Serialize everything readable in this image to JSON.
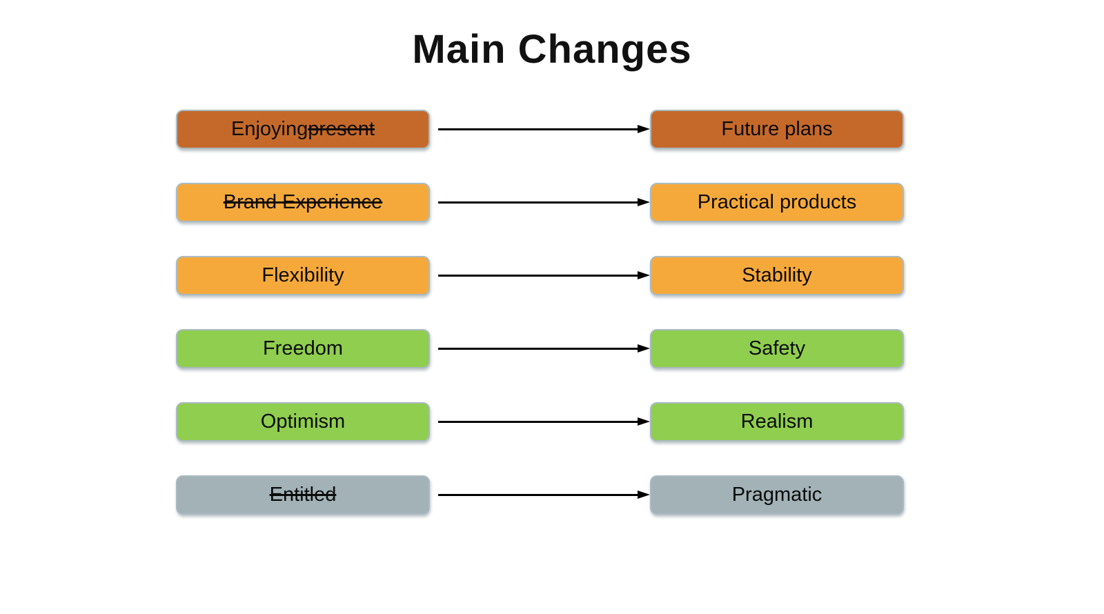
{
  "title": "Main Changes",
  "colors": {
    "brown": "#c5692b",
    "orange": "#f6a93b",
    "green": "#8fce4e",
    "gray": "#a2b2b6",
    "box_border": "#a9bac1",
    "arrow": "#000000",
    "background": "#ffffff",
    "text": "#0b0b0b"
  },
  "rows": [
    {
      "color": "brown",
      "from": {
        "segments": [
          {
            "text": "Enjoying ",
            "struck": false
          },
          {
            "text": "present",
            "struck": true
          }
        ]
      },
      "to": {
        "segments": [
          {
            "text": "Future plans",
            "struck": false
          }
        ]
      }
    },
    {
      "color": "orange",
      "from": {
        "segments": [
          {
            "text": "Brand Experience",
            "struck": true
          }
        ]
      },
      "to": {
        "segments": [
          {
            "text": "Practical products",
            "struck": false
          }
        ]
      }
    },
    {
      "color": "orange",
      "from": {
        "segments": [
          {
            "text": "Flexibility",
            "struck": false
          }
        ]
      },
      "to": {
        "segments": [
          {
            "text": "Stability",
            "struck": false
          }
        ]
      }
    },
    {
      "color": "green",
      "from": {
        "segments": [
          {
            "text": "Freedom",
            "struck": false
          }
        ]
      },
      "to": {
        "segments": [
          {
            "text": "Safety",
            "struck": false
          }
        ]
      }
    },
    {
      "color": "green",
      "from": {
        "segments": [
          {
            "text": "Optimism",
            "struck": false
          }
        ]
      },
      "to": {
        "segments": [
          {
            "text": "Realism",
            "struck": false
          }
        ]
      }
    },
    {
      "color": "gray",
      "from": {
        "segments": [
          {
            "text": "Entitled",
            "struck": true
          }
        ]
      },
      "to": {
        "segments": [
          {
            "text": "Pragmatic",
            "struck": false
          }
        ]
      }
    }
  ]
}
